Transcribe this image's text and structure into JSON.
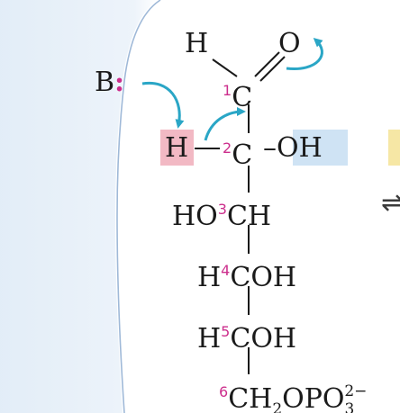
{
  "colors": {
    "enzyme_fill": "#e1ecf7",
    "enzyme_edge": "#9fb9d8",
    "arrow": "#2aa6c6",
    "carbon_number": "#cc2e8c",
    "highlight_pink": "#f2b9c4",
    "highlight_blue": "#cfe3f4",
    "highlight_yellow": "#f6e7a5",
    "text": "#1a1a1a"
  },
  "molecule": {
    "base_label": "B",
    "base_lone_pair": ":",
    "c1": {
      "left_atom": "H",
      "number": "1",
      "carbon": "C",
      "double_bond_atom": "O"
    },
    "c2": {
      "left_atom": "H",
      "number": "2",
      "carbon": "C",
      "right_group": "–OH"
    },
    "c3": {
      "left": "HO",
      "number": "3",
      "right": "CH"
    },
    "c4": {
      "left": "H",
      "number": "4",
      "right": "COH"
    },
    "c5": {
      "left": "H",
      "number": "5",
      "right": "COH"
    },
    "c6": {
      "number": "6",
      "main": "CH",
      "sub1": "2",
      "mid": "OPO",
      "sub2": "3",
      "sup": "2−"
    }
  },
  "right_fragment": {
    "equilibrium_arrow": "⇌"
  }
}
